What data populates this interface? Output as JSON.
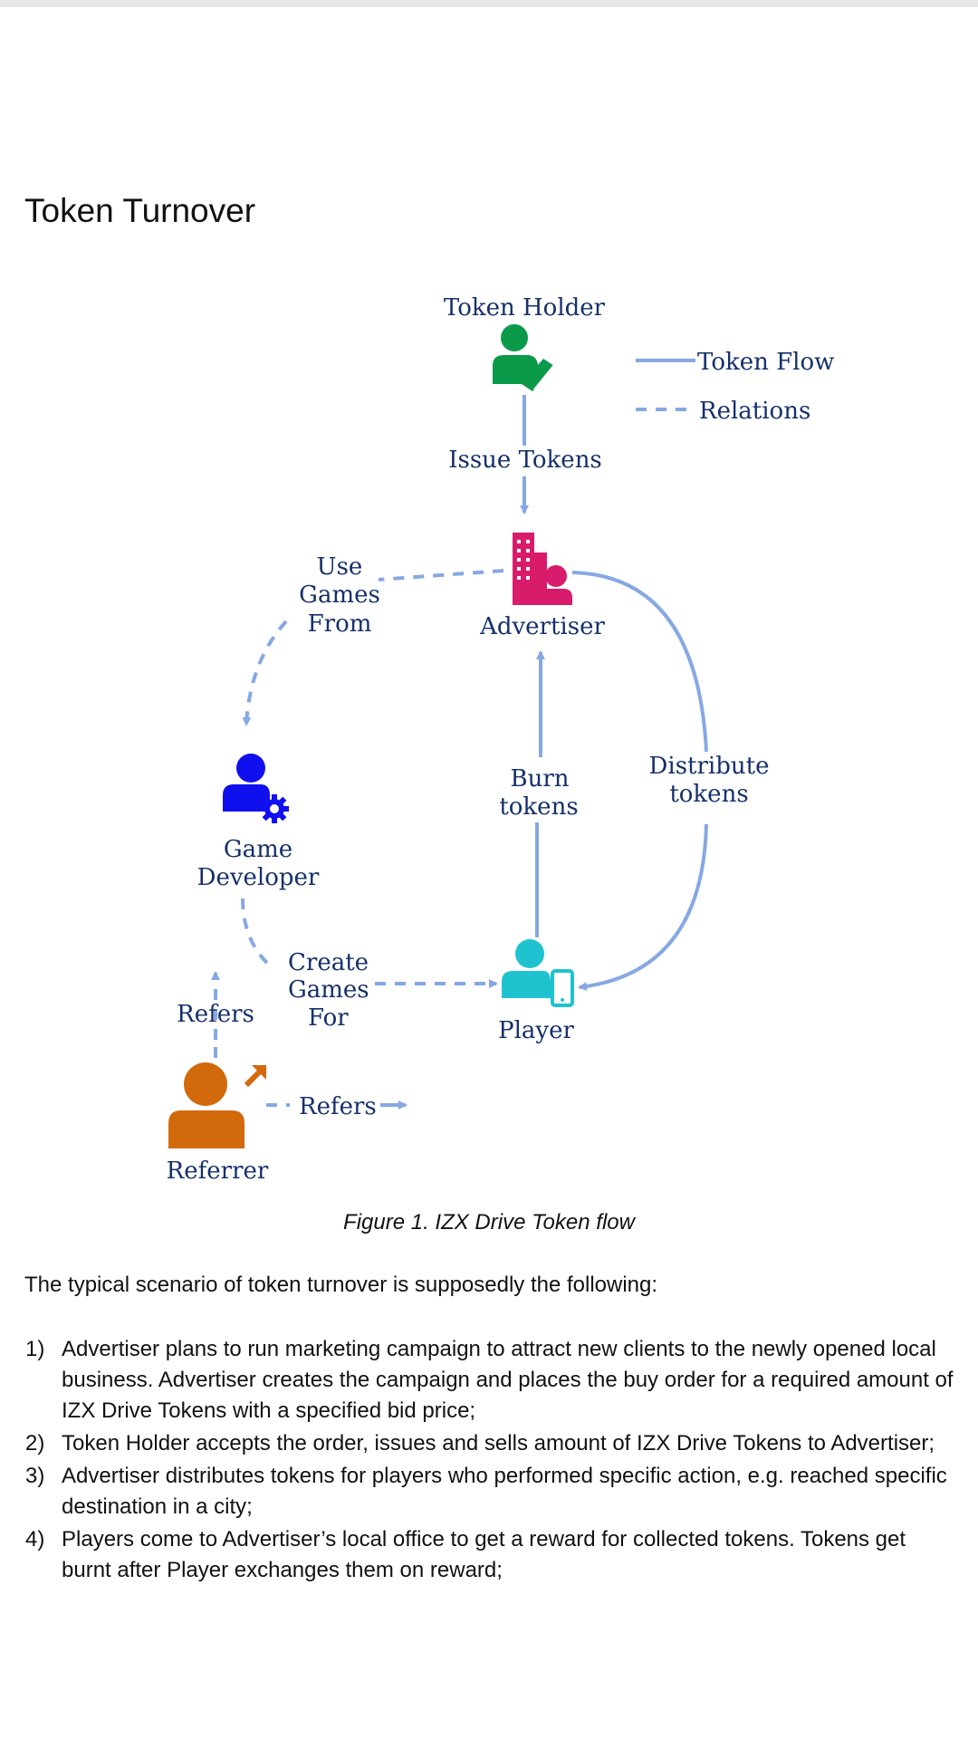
{
  "section_title": "Token Turnover",
  "diagram": {
    "nodes": {
      "token_holder": "Token Holder",
      "advertiser": "Advertiser",
      "game_developer": [
        "Game",
        "Developer"
      ],
      "player": "Player",
      "referrer": "Referrer"
    },
    "edges": {
      "issue_tokens": "Issue Tokens",
      "use_games_from": [
        "Use",
        "Games",
        "From"
      ],
      "burn_tokens": [
        "Burn",
        "tokens"
      ],
      "distribute_tokens": [
        "Distribute",
        "tokens"
      ],
      "create_games_for": [
        "Create",
        "Games",
        "For"
      ],
      "refers_up": "Refers",
      "refers_right": "Refers"
    },
    "legend": {
      "token_flow": "Token Flow",
      "relations": "Relations"
    },
    "colors": {
      "flow_line": "#86a8e3",
      "label_text": "#16306b",
      "token_holder_icon": "#0b9a4a",
      "advertiser_icon": "#d81b6a",
      "game_developer_icon": "#1010ee",
      "player_icon": "#1fc3cf",
      "referrer_icon": "#d26a0c"
    }
  },
  "caption": "Figure 1. IZX Drive Token flow",
  "intro": "The typical scenario of token turnover is supposedly the following:",
  "steps": [
    {
      "num": "1)",
      "text": "Advertiser plans to run marketing campaign to attract new clients to the newly opened local business. Advertiser creates the campaign and places the buy order for a required amount of IZX Drive Tokens with a specified bid price;"
    },
    {
      "num": "2)",
      "text": "Token Holder accepts the order, issues and sells amount of IZX Drive Tokens to Advertiser;"
    },
    {
      "num": "3)",
      "text": "Advertiser distributes tokens for players who performed specific action, e.g. reached specific destination in a city;"
    },
    {
      "num": "4)",
      "text": "Players come to Advertiser’s local office to get a reward for collected tokens. Tokens get burnt after Player exchanges them on reward;"
    }
  ]
}
